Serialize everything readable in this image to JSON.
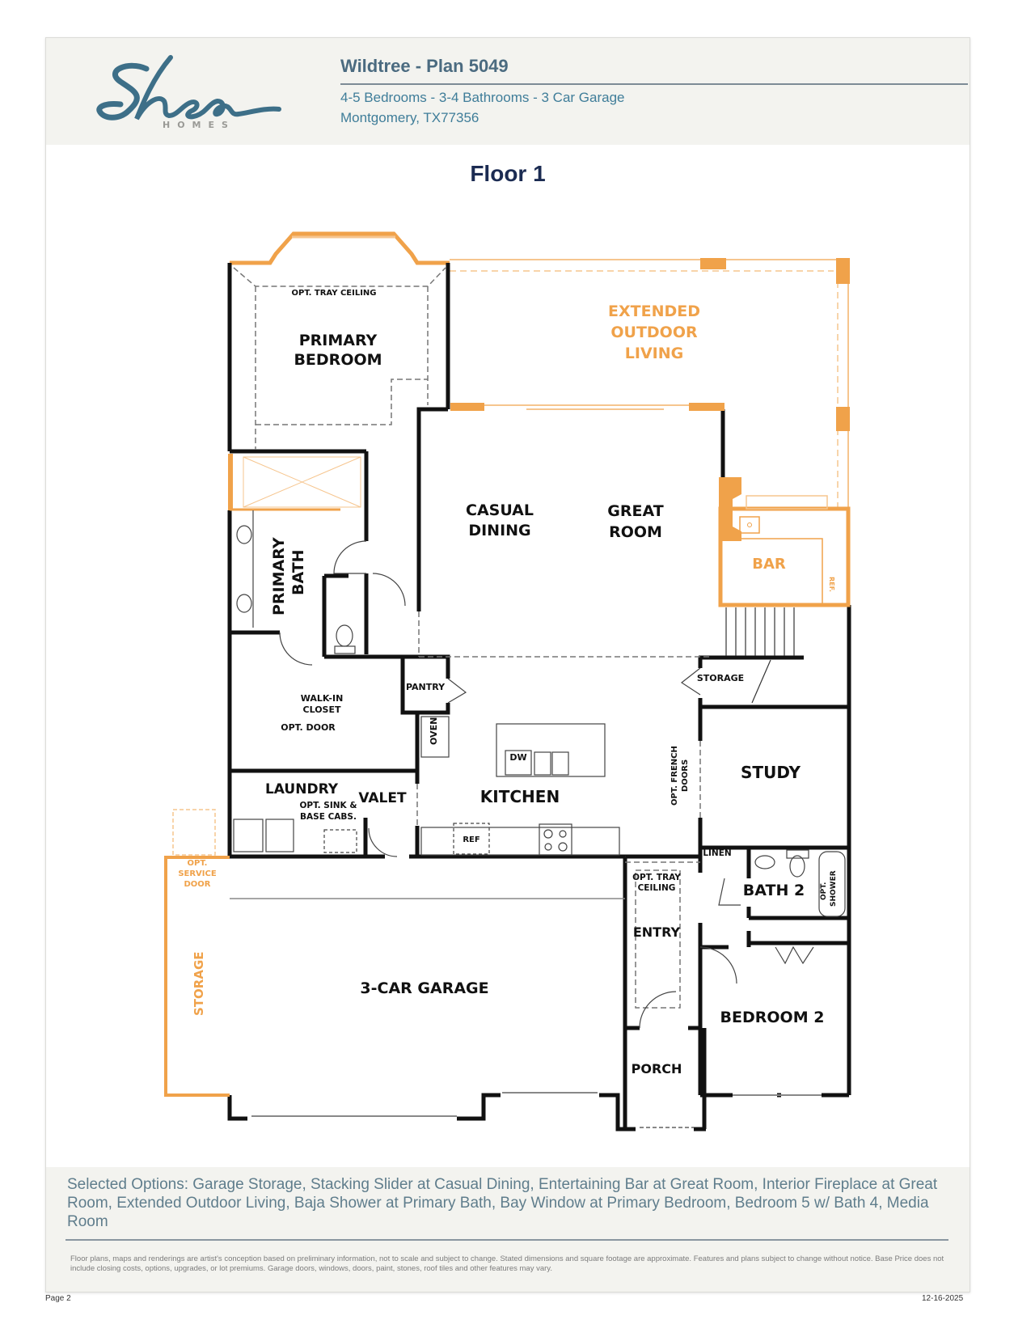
{
  "brand": {
    "logo_script": "Shea",
    "logo_sub": "HOMES",
    "color": "#3d6f88"
  },
  "header": {
    "plan_title": "Wildtree - Plan 5049",
    "specs": "4-5 Bedrooms - 3-4 Bathrooms - 3 Car Garage",
    "location": "Montgomery, TX77356"
  },
  "floor_title": "Floor 1",
  "rooms": {
    "opt_tray_ceiling_primary": "OPT. TRAY CEILING",
    "primary_bedroom_l1": "PRIMARY",
    "primary_bedroom_l2": "BEDROOM",
    "extended_l1": "EXTENDED",
    "extended_l2": "OUTDOOR",
    "extended_l3": "LIVING",
    "casual_l1": "CASUAL",
    "casual_l2": "DINING",
    "great_l1": "GREAT",
    "great_l2": "ROOM",
    "bar": "BAR",
    "ref_bar": "REF.",
    "primary_bath_l1": "PRIMARY",
    "primary_bath_l2": "BATH",
    "walkin_l1": "WALK-IN",
    "walkin_l2": "CLOSET",
    "opt_door": "OPT. DOOR",
    "pantry": "PANTRY",
    "oven": "OVEN",
    "dw": "DW",
    "kitchen": "KITCHEN",
    "ref": "REF",
    "storage_stair": "STORAGE",
    "study": "STUDY",
    "opt_french_l1": "OPT. FRENCH",
    "opt_french_l2": "DOORS",
    "laundry": "LAUNDRY",
    "opt_sink_l1": "OPT. SINK &",
    "opt_sink_l2": "BASE CABS.",
    "valet": "VALET",
    "linen": "LINEN",
    "bath2": "BATH 2",
    "opt_shower_l1": "OPT.",
    "opt_shower_l2": "SHOWER",
    "opt_tray_entry_l1": "OPT. TRAY",
    "opt_tray_entry_l2": "CEILING",
    "entry": "ENTRY",
    "service_l1": "OPT.",
    "service_l2": "SERVICE",
    "service_l3": "DOOR",
    "garage_storage": "STORAGE",
    "garage": "3-CAR GARAGE",
    "bedroom2": "BEDROOM 2",
    "porch": "PORCH"
  },
  "colors": {
    "wall": "#111111",
    "option": "#f0a24a",
    "option_light": "#f6c58e",
    "dash": "#777777"
  },
  "footer": {
    "selected_options": "Selected Options: Garage Storage, Stacking Slider at Casual Dining, Entertaining Bar at Great Room, Interior Fireplace at Great Room, Extended Outdoor Living, Baja Shower at Primary Bath, Bay Window at Primary Bedroom, Bedroom 5 w/ Bath 4, Media Room",
    "disclaimer": "Floor plans, maps and renderings are artist's conception based on preliminary information, not to scale and subject to change. Stated dimensions and square footage are approximate. Features and plans subject to change without notice. Base Price does not include closing costs, options, upgrades, or lot premiums. Garage doors, windows, doors, paint, stones, roof tiles and other features may vary.",
    "page": "Page 2",
    "date": "12-16-2025"
  }
}
